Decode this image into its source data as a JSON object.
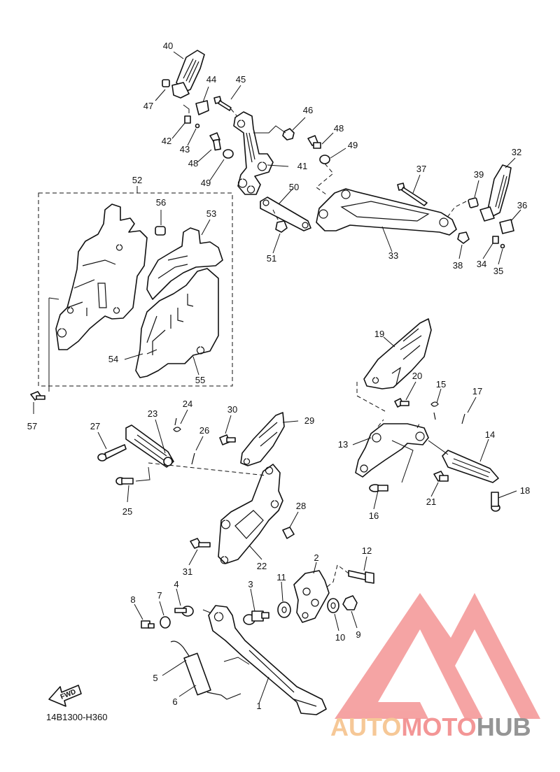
{
  "diagram": {
    "code": "14B1300-H360",
    "fwd_label": "FWD",
    "callouts": [
      "1",
      "2",
      "3",
      "4",
      "5",
      "6",
      "7",
      "8",
      "9",
      "10",
      "11",
      "12",
      "13",
      "14",
      "15",
      "16",
      "17",
      "18",
      "19",
      "20",
      "21",
      "22",
      "23",
      "24",
      "25",
      "26",
      "27",
      "28",
      "29",
      "30",
      "31",
      "32",
      "33",
      "34",
      "35",
      "36",
      "37",
      "38",
      "39",
      "40",
      "41",
      "42",
      "43",
      "44",
      "45",
      "46",
      "47",
      "48",
      "48",
      "49",
      "49",
      "50",
      "51",
      "52",
      "53",
      "54",
      "55",
      "56",
      "57"
    ]
  },
  "watermark": {
    "part1": "AUTO",
    "part2": "MOTO",
    "part3": "HUB",
    "colors": {
      "auto": "#f6c38c",
      "moto": "#f28b8b",
      "hub": "#8a8a8a",
      "logo": "#f07878"
    }
  }
}
